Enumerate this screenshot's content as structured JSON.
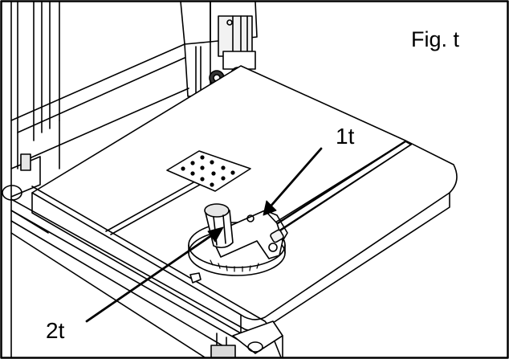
{
  "figure": {
    "label": "Fig. t",
    "callouts": [
      {
        "id": "1t",
        "text": "1t"
      },
      {
        "id": "2t",
        "text": "2t"
      }
    ],
    "colors": {
      "line": "#000000",
      "background": "#ffffff",
      "shade": "#d9d9d9"
    }
  }
}
